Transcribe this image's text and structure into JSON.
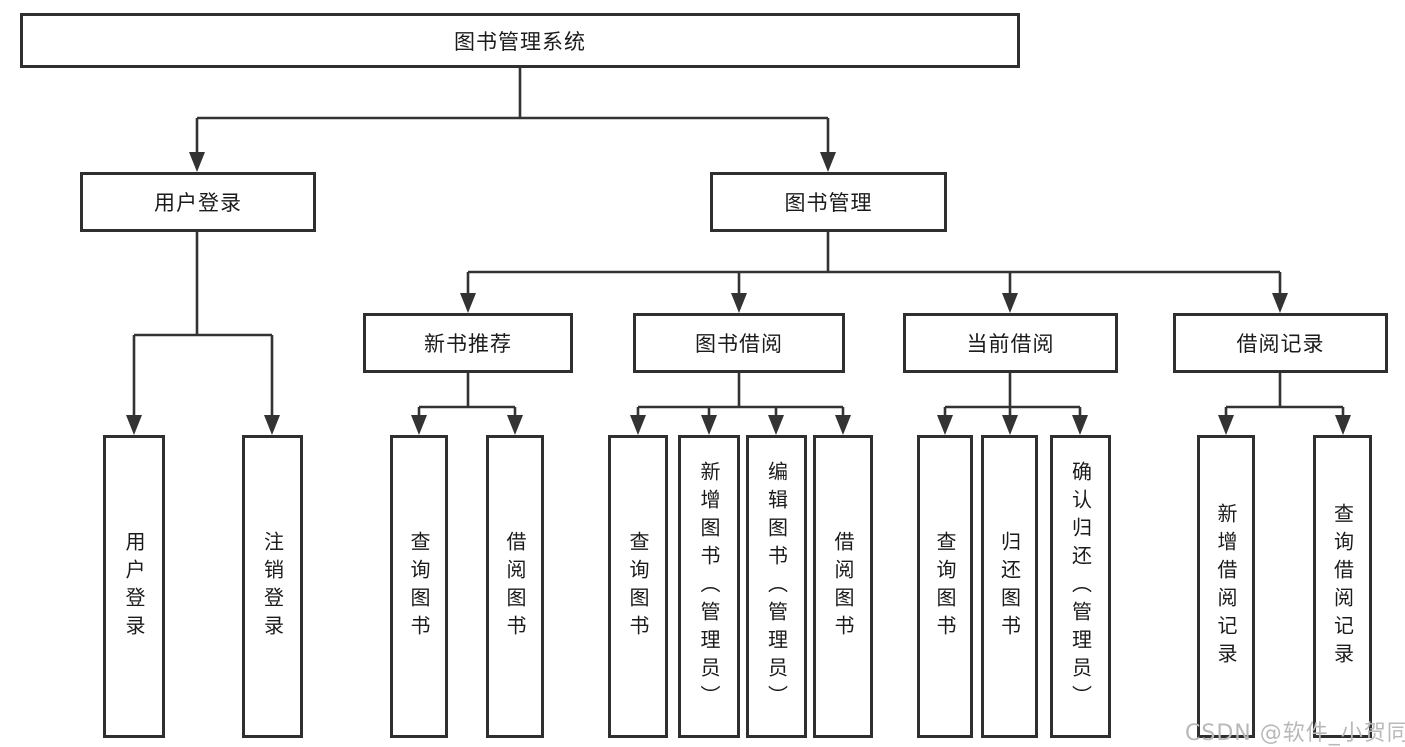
{
  "diagram": {
    "title": "图书管理系统",
    "watermark": "CSDN @软件_小贺同学",
    "colors": {
      "line": "#333333",
      "box_border": "#2f2f2f",
      "text": "#1b1b1b",
      "watermark": "#b9b9b9",
      "background": "#ffffff"
    },
    "nodes": [
      {
        "id": "root",
        "label": "图书管理系统",
        "parent": null
      },
      {
        "id": "user-login",
        "label": "用户登录",
        "parent": "root"
      },
      {
        "id": "book-management",
        "label": "图书管理",
        "parent": "root"
      },
      {
        "id": "new-book-recommend",
        "label": "新书推荐",
        "parent": "book-management"
      },
      {
        "id": "book-borrowing",
        "label": "图书借阅",
        "parent": "book-management"
      },
      {
        "id": "current-borrowing",
        "label": "当前借阅",
        "parent": "book-management"
      },
      {
        "id": "borrowing-records",
        "label": "借阅记录",
        "parent": "book-management"
      },
      {
        "id": "ul-user-login",
        "label": "用户登录",
        "parent": "user-login"
      },
      {
        "id": "ul-logout",
        "label": "注销登录",
        "parent": "user-login"
      },
      {
        "id": "nbr-query-books",
        "label": "查询图书",
        "parent": "new-book-recommend"
      },
      {
        "id": "nbr-borrow-books",
        "label": "借阅图书",
        "parent": "new-book-recommend"
      },
      {
        "id": "bb-query-books",
        "label": "查询图书",
        "parent": "book-borrowing"
      },
      {
        "id": "bb-add-books",
        "label": "新增图书（管理员）",
        "parent": "book-borrowing"
      },
      {
        "id": "bb-edit-books",
        "label": "编辑图书（管理员）",
        "parent": "book-borrowing"
      },
      {
        "id": "bb-borrow-books",
        "label": "借阅图书",
        "parent": "book-borrowing"
      },
      {
        "id": "cb-query-books",
        "label": "查询图书",
        "parent": "current-borrowing"
      },
      {
        "id": "cb-return-books",
        "label": "归还图书",
        "parent": "current-borrowing"
      },
      {
        "id": "cb-confirm-return",
        "label": "确认归还（管理员）",
        "parent": "current-borrowing"
      },
      {
        "id": "br-add-record",
        "label": "新增借阅记录",
        "parent": "borrowing-records"
      },
      {
        "id": "br-query-record",
        "label": "查询借阅记录",
        "parent": "borrowing-records"
      }
    ]
  }
}
